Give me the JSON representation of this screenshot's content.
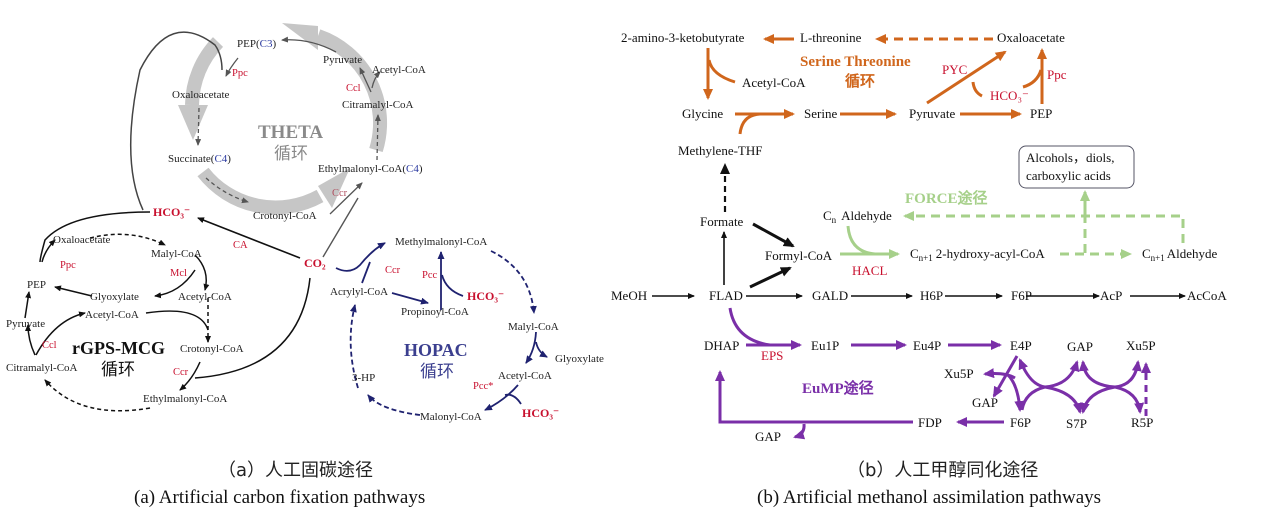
{
  "colors": {
    "theta_gray": "#bdbdbd",
    "theta_text": "#8a8a8a",
    "enzyme_red": "#c8102e",
    "hopac_navy": "#1f2270",
    "hopac_text": "#3b3f8f",
    "serine_orange": "#d0661c",
    "force_green": "#a6d08a",
    "eump_purple": "#7a2fa8",
    "carbon_blue": "#2b3aa0"
  },
  "panel_a": {
    "caption_cn": "（a）人工固碳途径",
    "caption_en": "(a) Artificial carbon fixation pathways",
    "shared": {
      "hco3": "HCO₃⁻",
      "co2": "CO₂",
      "ca": "CA"
    },
    "theta": {
      "title": "THETA",
      "subtitle": "循环",
      "nodes": {
        "pep": "PEP(",
        "pep_c": "C3",
        "pep_close": ")",
        "oxaloacetate": "Oxaloacetate",
        "succinate": "Succinate(",
        "succinate_c": "C4",
        "succinate_close": ")",
        "crotonyl": "Crotonyl-CoA",
        "ethylmalonyl": "Ethylmalonyl-CoA(",
        "ethylmalonyl_c": "C4",
        "ethylmalonyl_close": ")",
        "citramalyl": "Citramalyl-CoA",
        "pyruvate": "Pyruvate",
        "acetyl": "Acetyl-CoA"
      },
      "enzymes": {
        "ppc": "Ppc",
        "ccl": "Ccl",
        "ccr": "Ccr"
      }
    },
    "rgps": {
      "title": "rGPS-MCG",
      "subtitle": "循环",
      "nodes": {
        "oxaloacetate": "Oxaloacetate",
        "malyl": "Malyl-CoA",
        "pep": "PEP",
        "glyoxylate": "Glyoxylate",
        "acetyl1": "Acetyl-CoA",
        "acetyl2": "Acetyl-CoA",
        "pyruvate": "Pyruvate",
        "crotonyl": "Crotonyl-CoA",
        "citramalyl": "Citramalyl-CoA",
        "ethylmalonyl": "Ethylmalonyl-CoA"
      },
      "enzymes": {
        "ppc": "Ppc",
        "mcl": "Mcl",
        "ccl": "Ccl",
        "ccr": "Ccr"
      }
    },
    "hopac": {
      "title": "HOPAC",
      "subtitle": "循环",
      "nodes": {
        "methylmalonyl": "Methylmalonyl-CoA",
        "acrylyl": "Acrylyl-CoA",
        "propinoyl": "Propinoyl-CoA",
        "malyl": "Malyl-CoA",
        "glyoxylate": "Glyoxylate",
        "acetyl": "Acetyl-CoA",
        "malonyl": "Malonyl-CoA",
        "hp3": "3-HP",
        "hco3_1": "HCO₃⁻",
        "hco3_2": "HCO₃⁻"
      },
      "enzymes": {
        "ccr": "Ccr",
        "pcc": "Pcc",
        "pcc_star": "Pcc*"
      }
    }
  },
  "panel_b": {
    "caption_cn": "（b）人工甲醇同化途径",
    "caption_en": "(b) Artificial methanol assimilation pathways",
    "serine_threonine": {
      "title": "Serine Threonine",
      "subtitle": "循环",
      "nodes": {
        "akb": "2-amino-3-ketobutyrate",
        "threonine": "L-threonine",
        "oxaloacetate": "Oxaloacetate",
        "acetyl": "Acetyl-CoA",
        "glycine": "Glycine",
        "serine": "Serine",
        "pyruvate": "Pyruvate",
        "pep": "PEP",
        "methylene_thf": "Methylene-THF",
        "hco3": "HCO₃⁻"
      },
      "enzymes": {
        "pyc": "PYC",
        "ppc": "Ppc"
      }
    },
    "force": {
      "title": "FORCE途径",
      "products_line1": "Alcohols，diols,",
      "products_line2": "carboxylic acids",
      "nodes": {
        "cn": "C",
        "cn_sub": "n",
        "cn_label": "Aldehyde",
        "cn1_hydroxy_sub": "n+1",
        "cn1_hydroxy_label": "2-hydroxy-acyl-CoA",
        "cn1_ald_sub": "n+1",
        "cn1_ald_label": "Aldehyde"
      },
      "enzymes": {
        "hacl": "HACL"
      }
    },
    "core": {
      "nodes": {
        "formate": "Formate",
        "formyl": "Formyl-CoA",
        "meoh": "MeOH",
        "flad": "FLAD",
        "gald": "GALD",
        "h6p": "H6P",
        "f6p": "F6P",
        "acp": "AcP",
        "accoa": "AcCoA"
      }
    },
    "eump": {
      "title": "EuMP途径",
      "nodes": {
        "dhap": "DHAP",
        "eu1p": "Eu1P",
        "eu4p": "Eu4P",
        "e4p": "E4P",
        "gap_top": "GAP",
        "xu5p_top": "Xu5P",
        "xu5p_left": "Xu5P",
        "gap_mid": "GAP",
        "f6p": "F6P",
        "s7p": "S7P",
        "r5p": "R5P",
        "fdp": "FDP",
        "gap_bottom": "GAP"
      },
      "enzymes": {
        "eps": "EPS"
      }
    }
  }
}
